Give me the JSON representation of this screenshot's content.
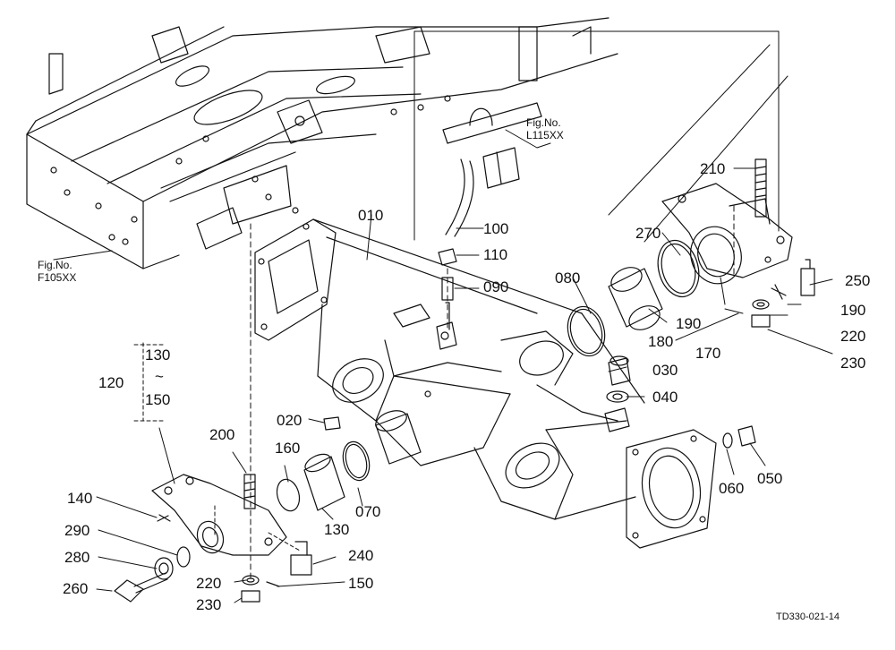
{
  "diagram": {
    "parts": [
      {
        "id": "p010",
        "label": "010"
      },
      {
        "id": "p020",
        "label": "020"
      },
      {
        "id": "p030",
        "label": "030"
      },
      {
        "id": "p040",
        "label": "040"
      },
      {
        "id": "p050",
        "label": "050"
      },
      {
        "id": "p060",
        "label": "060"
      },
      {
        "id": "p070",
        "label": "070"
      },
      {
        "id": "p080",
        "label": "080"
      },
      {
        "id": "p090",
        "label": "090"
      },
      {
        "id": "p100",
        "label": "100"
      },
      {
        "id": "p110",
        "label": "110"
      },
      {
        "id": "p120",
        "label": "120"
      },
      {
        "id": "p130a",
        "label": "130"
      },
      {
        "id": "p130b",
        "label": "130"
      },
      {
        "id": "p140",
        "label": "140"
      },
      {
        "id": "p150a",
        "label": "150"
      },
      {
        "id": "p150b",
        "label": "150"
      },
      {
        "id": "p160",
        "label": "160"
      },
      {
        "id": "p170",
        "label": "170"
      },
      {
        "id": "p180",
        "label": "180"
      },
      {
        "id": "p190a",
        "label": "190"
      },
      {
        "id": "p190b",
        "label": "190"
      },
      {
        "id": "p200",
        "label": "200"
      },
      {
        "id": "p210",
        "label": "210"
      },
      {
        "id": "p220a",
        "label": "220"
      },
      {
        "id": "p220b",
        "label": "220"
      },
      {
        "id": "p230a",
        "label": "230"
      },
      {
        "id": "p230b",
        "label": "230"
      },
      {
        "id": "p240",
        "label": "240"
      },
      {
        "id": "p250",
        "label": "250"
      },
      {
        "id": "p260",
        "label": "260"
      },
      {
        "id": "p270",
        "label": "270"
      },
      {
        "id": "p280",
        "label": "280"
      },
      {
        "id": "p290",
        "label": "290"
      }
    ],
    "range_tilde": "~",
    "fig_refs": [
      {
        "id": "fig-l115",
        "line1": "Fig.No.",
        "line2": "L115XX"
      },
      {
        "id": "fig-f105",
        "line1": "Fig.No.",
        "line2": "F105XX"
      }
    ],
    "doc_id": "TD330-021-14",
    "colors": {
      "ink": "#111111",
      "paper": "#ffffff"
    }
  }
}
